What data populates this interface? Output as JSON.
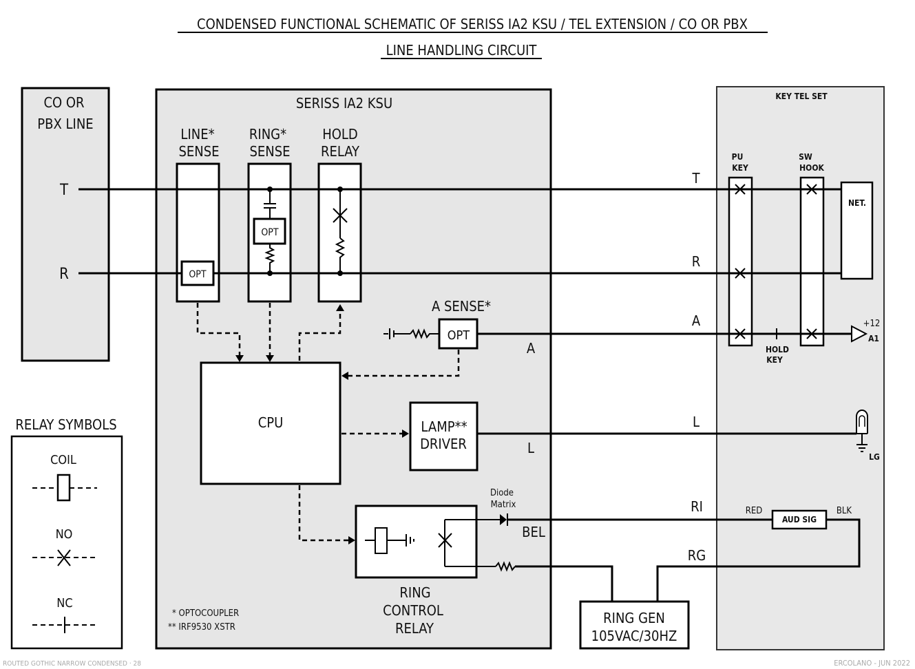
{
  "title": {
    "line1": "CONDENSED FUNCTIONAL SCHEMATIC OF SERISS IA2 KSU / TEL EXTENSION / CO OR PBX",
    "line2": "LINE HANDLING CIRCUIT"
  },
  "co_line": {
    "label1": "CO  OR",
    "label2": "PBX  LINE",
    "t_label": "T",
    "r_label": "R"
  },
  "ksu": {
    "title": "SERISS IA2 KSU",
    "line_sense": [
      "LINE*",
      "SENSE"
    ],
    "ring_sense": [
      "RING*",
      "SENSE"
    ],
    "hold_relay": [
      "HOLD",
      "RELAY"
    ],
    "opt": "OPT",
    "a_sense": "A SENSE*",
    "cpu": "CPU",
    "lamp_driver": [
      "LAMP**",
      "DRIVER"
    ],
    "ring_control_relay": [
      "RING",
      "CONTROL",
      "RELAY"
    ],
    "diode_matrix": [
      "Diode",
      "Matrix"
    ],
    "bel": "BEL",
    "a_out": "A",
    "l_out": "L",
    "footnote1": "* OPTOCOUPLER",
    "footnote2": "** IRF9530 XSTR"
  },
  "wires": {
    "t": "T",
    "r": "R",
    "a": "A",
    "l": "L",
    "ri": "RI",
    "rg": "RG"
  },
  "key_tel_set": {
    "title": "KEY TEL SET",
    "pu_key": [
      "PU",
      "KEY"
    ],
    "sw_hook": [
      "SW",
      "HOOK"
    ],
    "net": "NET.",
    "hold_key": [
      "HOLD",
      "KEY"
    ],
    "plus12": "+12",
    "a1": "A1",
    "lg": "LG",
    "red": "RED",
    "blk": "BLK",
    "aud_sig": "AUD SIG"
  },
  "ring_gen": [
    "RING GEN",
    "105VAC/30HZ"
  ],
  "relay_symbols": {
    "title": "RELAY SYMBOLS",
    "coil": "COIL",
    "no": "NO",
    "nc": "NC"
  },
  "footer": {
    "left": "ROUTED GOTHIC NARROW CONDENSED · 28",
    "right": "ERCOLANO - JUN 2022"
  }
}
